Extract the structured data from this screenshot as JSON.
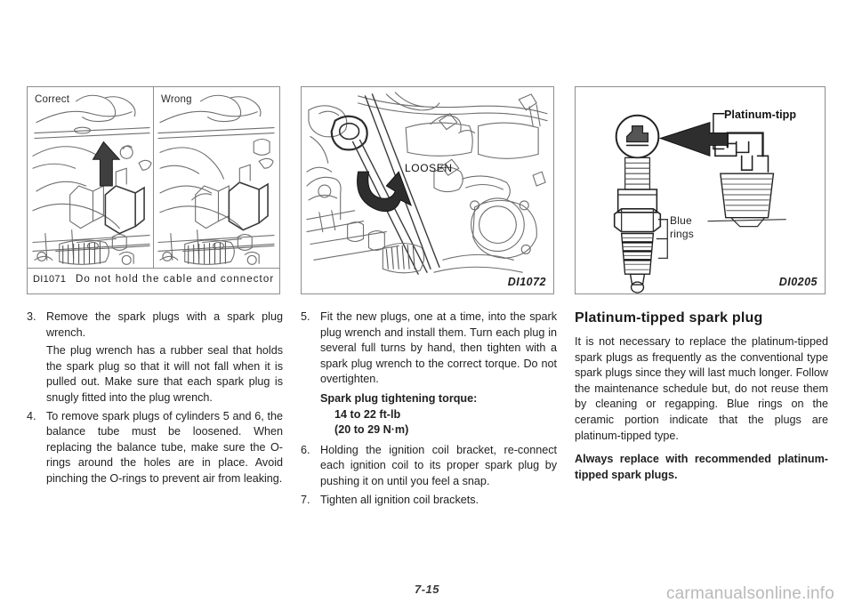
{
  "page": {
    "number": "7-15",
    "watermark": "carmanualsonline.info"
  },
  "figures": [
    {
      "id": "DI1071",
      "code": "DI1071",
      "left_caption": "Correct",
      "right_caption": "Wrong",
      "bottom_caption": "Do not hold  the  cable  and  connector"
    },
    {
      "id": "DI1072",
      "code": "DI1072",
      "callout": "LOOSEN"
    },
    {
      "id": "DI0205",
      "code": "DI0205",
      "platinum_label": "Platinum-tipp",
      "blue_label_line1": "Blue",
      "blue_label_line2": "rings"
    }
  ],
  "columns": {
    "left": {
      "steps": [
        {
          "num": "3.",
          "text": "Remove the spark plugs with a spark plug wrench.",
          "continuation": "The plug wrench has a rubber seal that holds the spark plug so that it will not fall when it is pulled out. Make sure that each spark plug is snugly fitted into the plug wrench."
        },
        {
          "num": "4.",
          "text": "To remove spark plugs of cylinders 5 and 6, the balance tube must be loosened. When replacing the balance tube, make sure the O-rings around the holes are in place. Avoid pinching the O-rings to prevent air from leaking."
        }
      ]
    },
    "middle": {
      "steps": [
        {
          "num": "5.",
          "text": "Fit the new plugs, one at a time, into the spark plug wrench and install them. Turn each plug in several full turns by hand, then tighten with a spark plug wrench to the correct torque. Do not overtighten."
        },
        {
          "num": "6.",
          "text": "Holding the ignition coil bracket, re-connect each ignition coil to its proper spark plug by pushing it on until you feel a snap."
        },
        {
          "num": "7.",
          "text": "Tighten all ignition coil brackets."
        }
      ],
      "spec": {
        "title": "Spark plug tightening torque:",
        "line1": "14 to 22 ft-lb",
        "line2": "(20 to 29 N·m)"
      }
    },
    "right": {
      "heading": "Platinum-tipped spark plug",
      "body": "It is not necessary to replace the platinum-tipped spark plugs as frequently as the conventional type spark plugs since they will last much longer. Follow the maintenance schedule but, do not reuse them by cleaning or regapping. Blue rings on the ceramic portion indicate that the plugs are platinum-tipped type.",
      "note": "Always replace with recommended platinum-tipped spark plugs."
    }
  }
}
